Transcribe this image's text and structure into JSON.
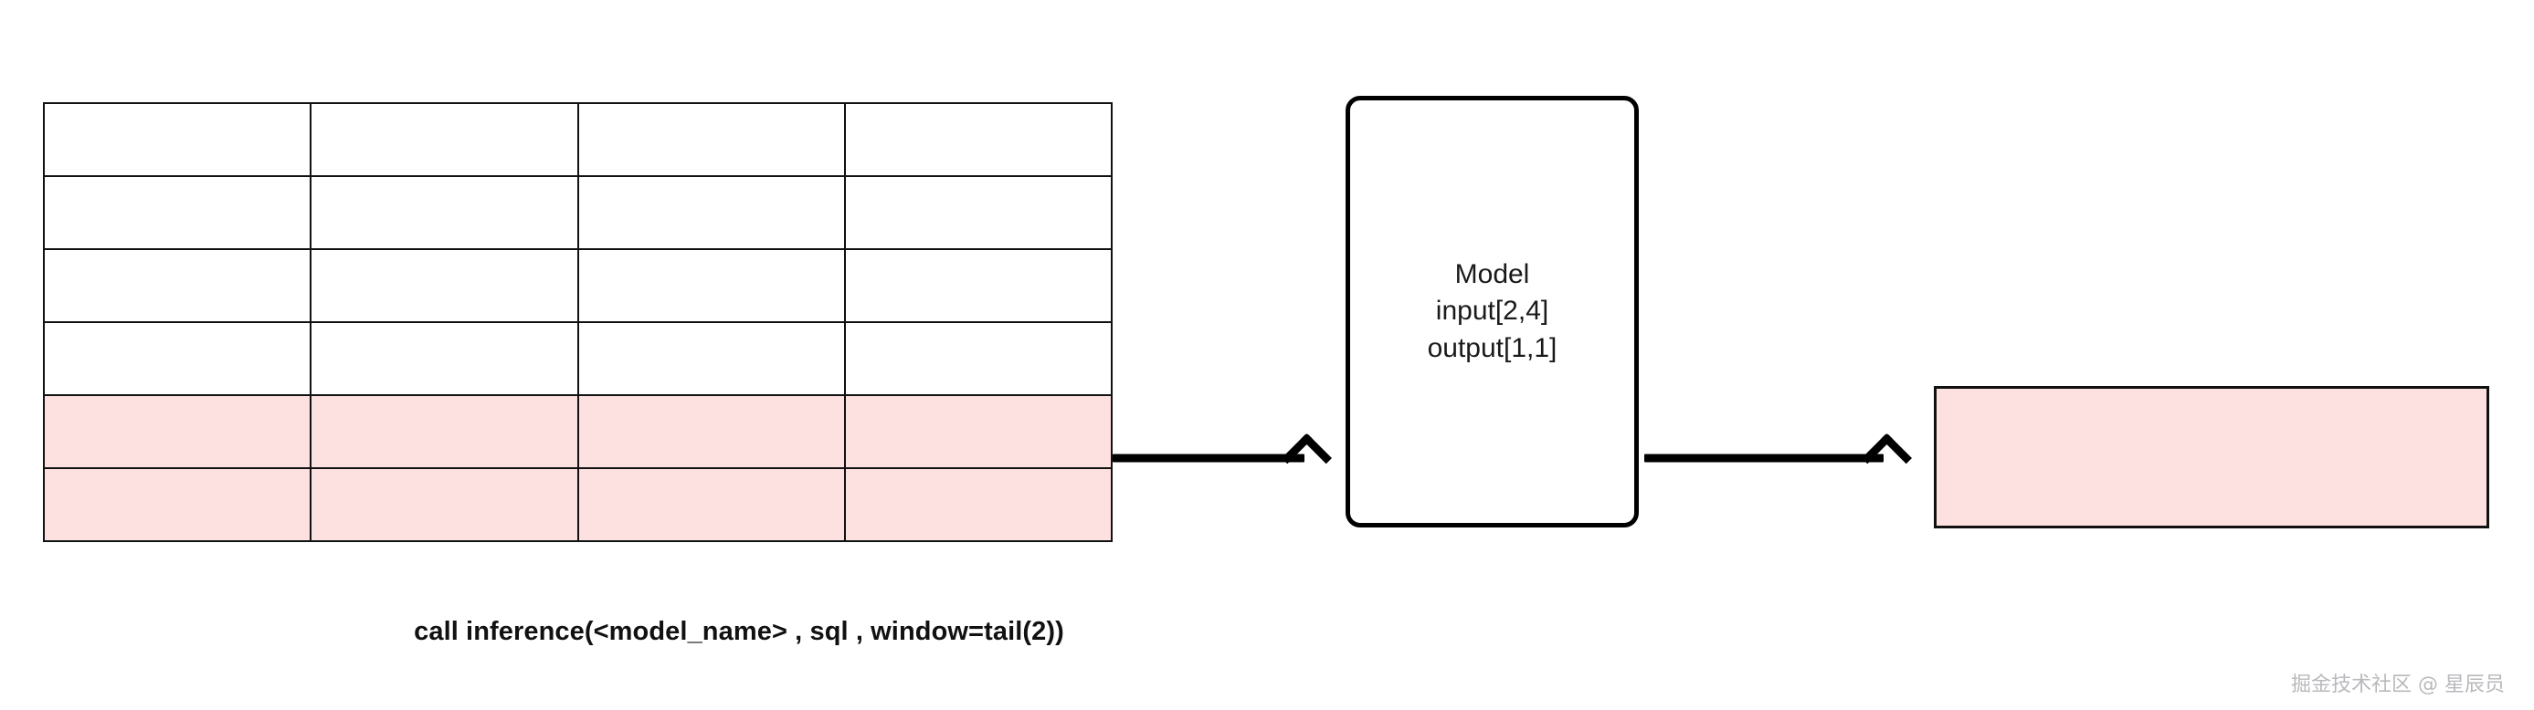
{
  "diagram": {
    "title": "inference call flow",
    "colors": {
      "highlight_fill": "#fde0e0",
      "stroke": "#111111",
      "arrow": "#000000",
      "watermark_text": "#b9b9bd"
    },
    "input_table": {
      "name": "input-data-table",
      "columns": 4,
      "rows": 6,
      "highlighted_rows": [
        5,
        6
      ],
      "cells": [
        [
          "",
          "",
          "",
          ""
        ],
        [
          "",
          "",
          "",
          ""
        ],
        [
          "",
          "",
          "",
          ""
        ],
        [
          "",
          "",
          "",
          ""
        ],
        [
          "",
          "",
          "",
          ""
        ],
        [
          "",
          "",
          "",
          ""
        ]
      ]
    },
    "arrows": [
      {
        "name": "arrow-table-to-model",
        "label": ""
      },
      {
        "name": "arrow-model-to-output",
        "label": ""
      }
    ],
    "model_box": {
      "name": "model-box",
      "lines": [
        "Model",
        "input[2,4]",
        "output[1,1]"
      ]
    },
    "output_box": {
      "name": "output-result-box",
      "label": ""
    },
    "caption": "call inference(<model_name> , sql , window=tail(2))",
    "watermark": "掘金技术社区 @ 星辰员"
  }
}
